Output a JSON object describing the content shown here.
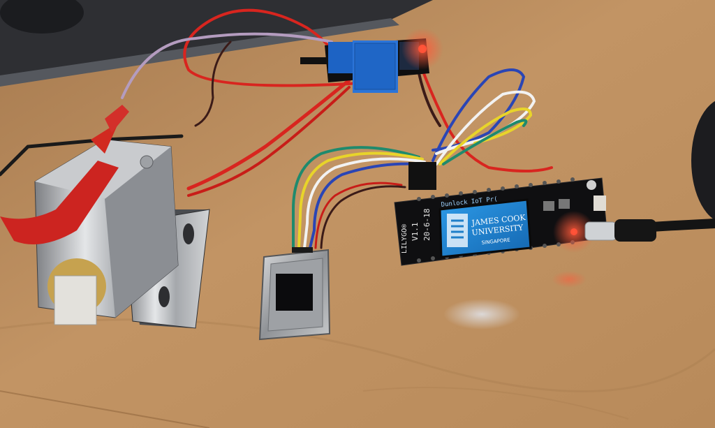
{
  "board": {
    "brand": "LILYGO®",
    "version": "V1.1",
    "date": "20-6-18"
  },
  "oled": {
    "header_line": "Dunlock IoT Pr(",
    "university_line1": "JAMES COOK",
    "university_line2": "UNIVERSITY",
    "campus": "SINGAPORE"
  },
  "colors": {
    "desk": "#c0925f",
    "board": "#111111",
    "screen": "#1f7fc9",
    "relay": "#1d63c4",
    "led": "#ff2a2a"
  }
}
